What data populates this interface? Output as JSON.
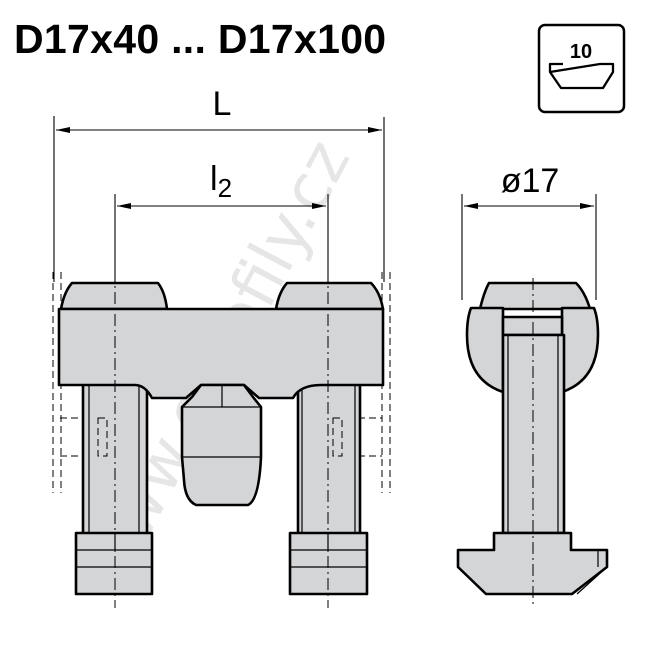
{
  "title": "D17x40 ... D17x100",
  "slot_icon": {
    "label": "10"
  },
  "dimensions": {
    "length": "L",
    "l2_main": "l",
    "l2_sub": "2",
    "diameter": "ø17"
  },
  "watermark": "www.eprofily.cz",
  "colors": {
    "part_fill": "#d4d5d7",
    "line": "#000000",
    "watermark": "#e6e6e6"
  }
}
